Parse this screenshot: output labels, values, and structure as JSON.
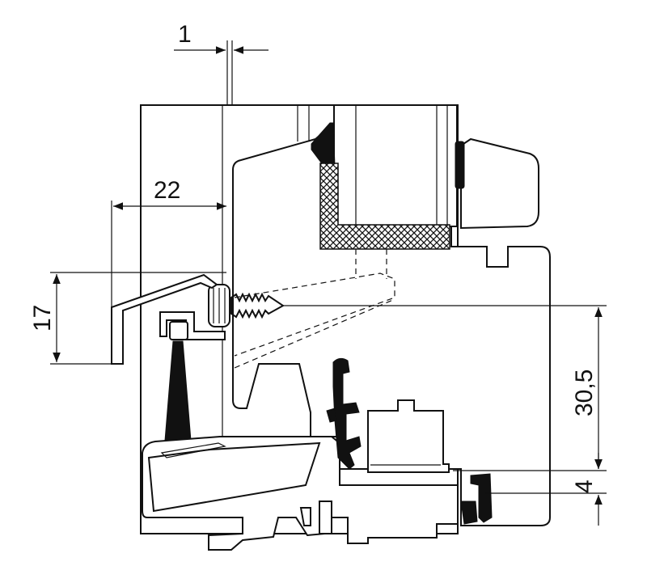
{
  "dimensions": {
    "gap": "1",
    "offset": "22",
    "height_left": "17",
    "height_right": "30,5",
    "bottom": "4"
  }
}
